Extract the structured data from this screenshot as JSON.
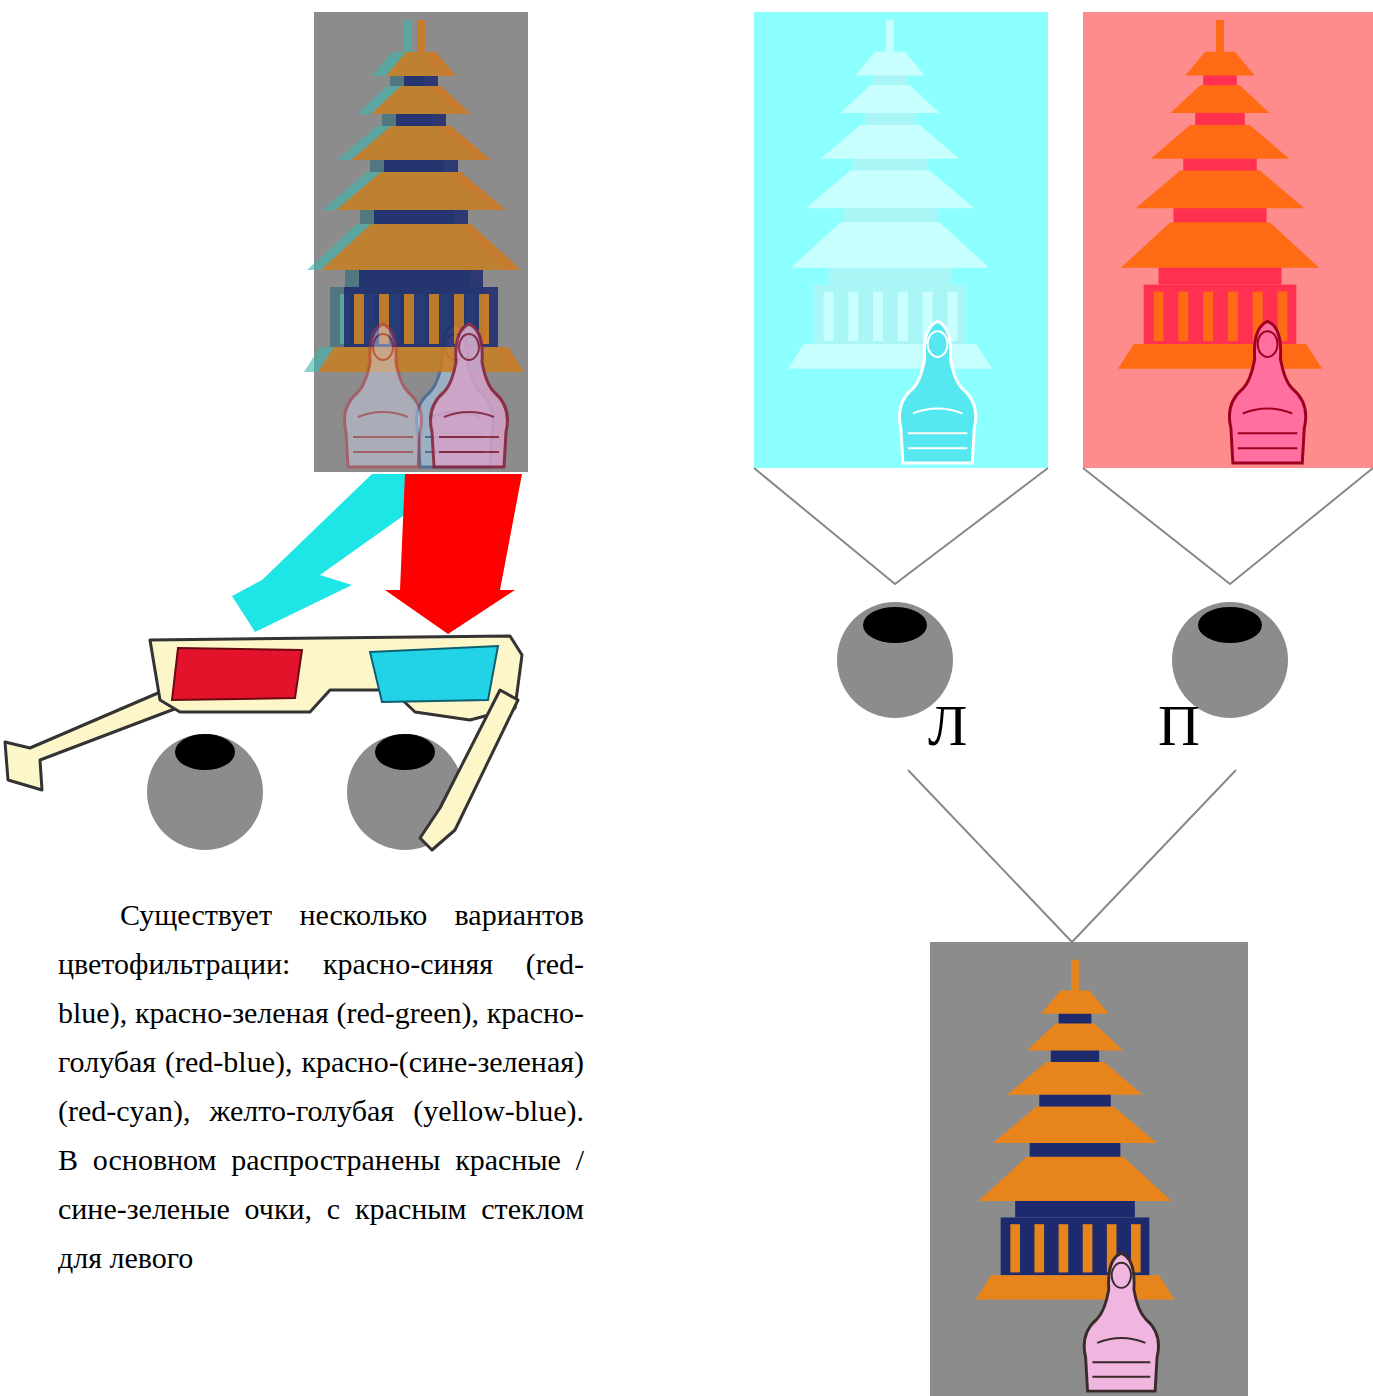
{
  "diagram": {
    "labels": [
      "Существует несколько вариантов цветофильтрации: красно-синяя (red-blue), красно-зеленая (red-green), красно-голубая (red-blue), красно-(сине-зеленая) (red-cyan), желто-голубая (yellow-blue). В основном распространены красные / сине-зеленые очки, с красным стеклом для левого",
      "Л",
      "П"
    ]
  }
}
